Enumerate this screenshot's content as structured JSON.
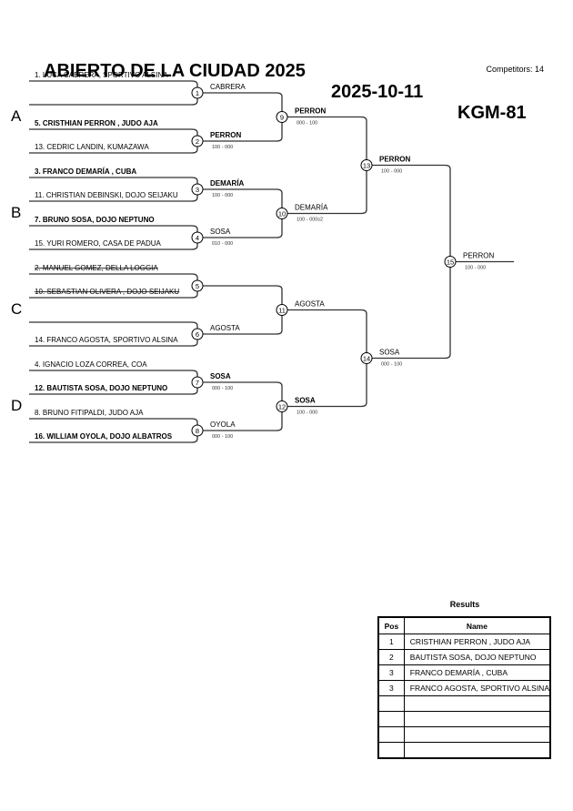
{
  "header": {
    "tournament": "ABIERTO DE LA CIUDAD 2025",
    "date": "2025-10-11",
    "category": "KGM-81",
    "competitors": "Competitors: 14"
  },
  "pools": [
    "A",
    "B",
    "C",
    "D"
  ],
  "entries": [
    {
      "text": "1. LUCA CABRERA, SPORTIVO ALSINA",
      "bold": false,
      "struck": false
    },
    {
      "text": "",
      "bold": false,
      "struck": false
    },
    {
      "text": "5. CRISTHIAN PERRON , JUDO AJA",
      "bold": true,
      "struck": false
    },
    {
      "text": "13. CEDRIC LANDIN, KUMAZAWA",
      "bold": false,
      "struck": false
    },
    {
      "text": "3. FRANCO  DEMARÍA , CUBA",
      "bold": true,
      "struck": false
    },
    {
      "text": "11. CHRISTIAN DEBINSKI, DOJO SEIJAKU",
      "bold": false,
      "struck": false
    },
    {
      "text": "7. BRUNO SOSA, DOJO NEPTUNO",
      "bold": true,
      "struck": false
    },
    {
      "text": "15. YURI ROMERO, CASA DE PADUA",
      "bold": false,
      "struck": false
    },
    {
      "text": "2. MANUEL GOMEZ, DELLA LOGGIA",
      "bold": false,
      "struck": true
    },
    {
      "text": "10. SEBASTIAN OLIVERA , DOJO SEIJAKU",
      "bold": false,
      "struck": true
    },
    {
      "text": "",
      "bold": false,
      "struck": false
    },
    {
      "text": "14. FRANCO AGOSTA, SPORTIVO ALSINA",
      "bold": false,
      "struck": false
    },
    {
      "text": "4. IGNACIO LOZA CORREA, COA",
      "bold": false,
      "struck": false
    },
    {
      "text": "12. BAUTISTA  SOSA, DOJO NEPTUNO",
      "bold": true,
      "struck": false
    },
    {
      "text": "8. BRUNO FITIPALDI, JUDO AJA",
      "bold": false,
      "struck": false
    },
    {
      "text": "16. WILLIAM OYOLA, DOJO ALBATROS",
      "bold": true,
      "struck": false
    }
  ],
  "matches": {
    "round1": [
      {
        "num": "1",
        "winner": "CABRERA",
        "score": "",
        "bold": false
      },
      {
        "num": "2",
        "winner": "PERRON",
        "score": "100 - 000",
        "bold": true
      },
      {
        "num": "3",
        "winner": "DEMARÍA",
        "score": "100 - 000",
        "bold": true
      },
      {
        "num": "4",
        "winner": "SOSA",
        "score": "010 - 000",
        "bold": false
      },
      {
        "num": "5",
        "winner": "",
        "score": "",
        "bold": false
      },
      {
        "num": "6",
        "winner": "AGOSTA",
        "score": "",
        "bold": false
      },
      {
        "num": "7",
        "winner": "SOSA",
        "score": "000 - 100",
        "bold": true
      },
      {
        "num": "8",
        "winner": "OYOLA",
        "score": "000 - 100",
        "bold": false
      }
    ],
    "round2": [
      {
        "num": "9",
        "winner": "PERRON",
        "score": "000 - 100",
        "bold": true
      },
      {
        "num": "10",
        "winner": "DEMARÍA",
        "score": "100 - 000s2",
        "bold": false
      },
      {
        "num": "11",
        "winner": "AGOSTA",
        "score": "",
        "bold": false
      },
      {
        "num": "12",
        "winner": "SOSA",
        "score": "100 - 000",
        "bold": true
      }
    ],
    "round3": [
      {
        "num": "13",
        "winner": "PERRON",
        "score": "100 - 000",
        "bold": true
      },
      {
        "num": "14",
        "winner": "SOSA",
        "score": "000 - 100",
        "bold": false
      }
    ],
    "final": {
      "num": "15",
      "winner": "PERRON",
      "score": "100 - 000",
      "bold": false
    }
  },
  "results": {
    "title": "Results",
    "headers": {
      "pos": "Pos",
      "name": "Name"
    },
    "rows": [
      {
        "pos": "1",
        "name": "CRISTHIAN PERRON , JUDO AJA"
      },
      {
        "pos": "2",
        "name": "BAUTISTA  SOSA, DOJO NEPTUNO"
      },
      {
        "pos": "3",
        "name": "FRANCO  DEMARÍA , CUBA"
      },
      {
        "pos": "3",
        "name": "FRANCO AGOSTA, SPORTIVO ALSINA"
      },
      {
        "pos": "",
        "name": ""
      },
      {
        "pos": "",
        "name": ""
      },
      {
        "pos": "",
        "name": ""
      },
      {
        "pos": "",
        "name": ""
      }
    ]
  }
}
